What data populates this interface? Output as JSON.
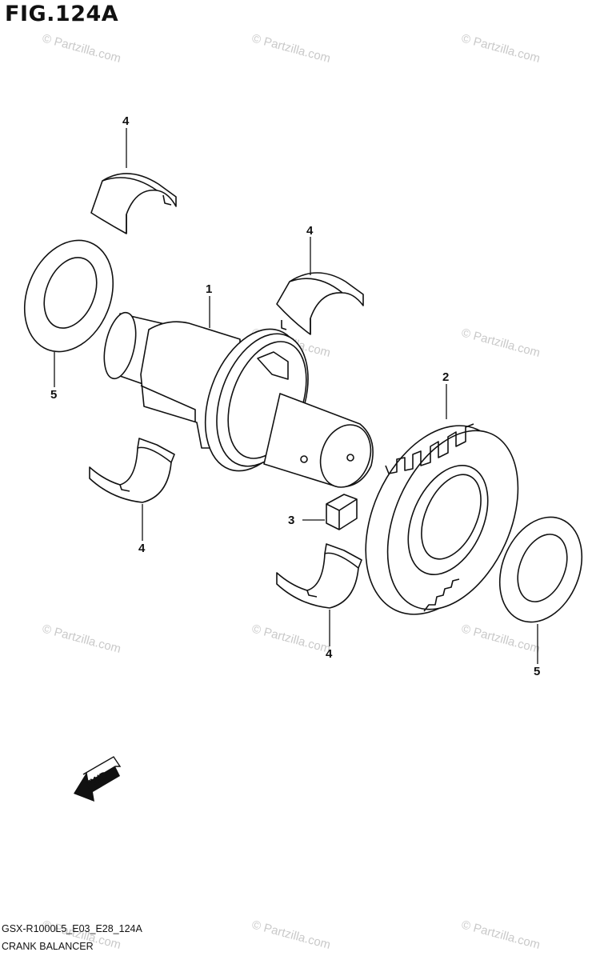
{
  "figure": {
    "title": "FIG.124A",
    "code": "GSX-R1000L5_E03_E28_124A",
    "name": "CRANK BALANCER"
  },
  "watermark": {
    "text": "© Partzilla.com",
    "color": "#c9c9c9"
  },
  "callouts": {
    "part_1": "1",
    "part_2": "2",
    "part_3": "3",
    "bearing_top_left": "4",
    "bearing_top_right": "4",
    "bearing_bottom_left": "4",
    "bearing_bottom_right": "4",
    "washer_left": "5",
    "washer_right": "5"
  },
  "direction_arrow": {
    "label": "FWD"
  }
}
